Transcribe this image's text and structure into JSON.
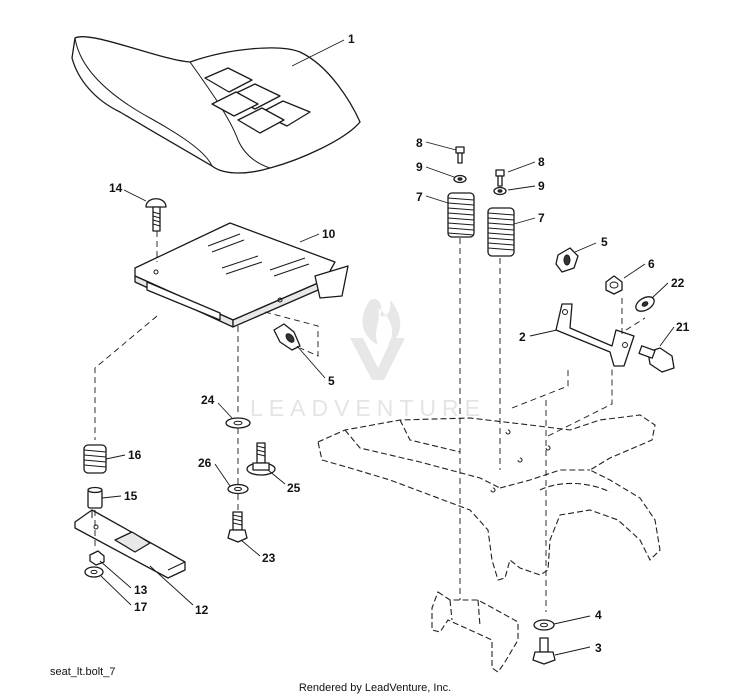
{
  "watermark": "LEADVENTURE",
  "filename": "seat_lt.bolt_7",
  "footer": "Rendered by LeadVenture, Inc.",
  "callouts": {
    "c1": "1",
    "c2": "2",
    "c3": "3",
    "c4": "4",
    "c5a": "5",
    "c5b": "5",
    "c6": "6",
    "c7a": "7",
    "c7b": "7",
    "c8a": "8",
    "c8b": "8",
    "c9a": "9",
    "c9b": "9",
    "c10": "10",
    "c12": "12",
    "c13": "13",
    "c14": "14",
    "c15": "15",
    "c16": "16",
    "c17": "17",
    "c21": "21",
    "c22": "22",
    "c23": "23",
    "c24": "24",
    "c25": "25",
    "c26": "26"
  }
}
